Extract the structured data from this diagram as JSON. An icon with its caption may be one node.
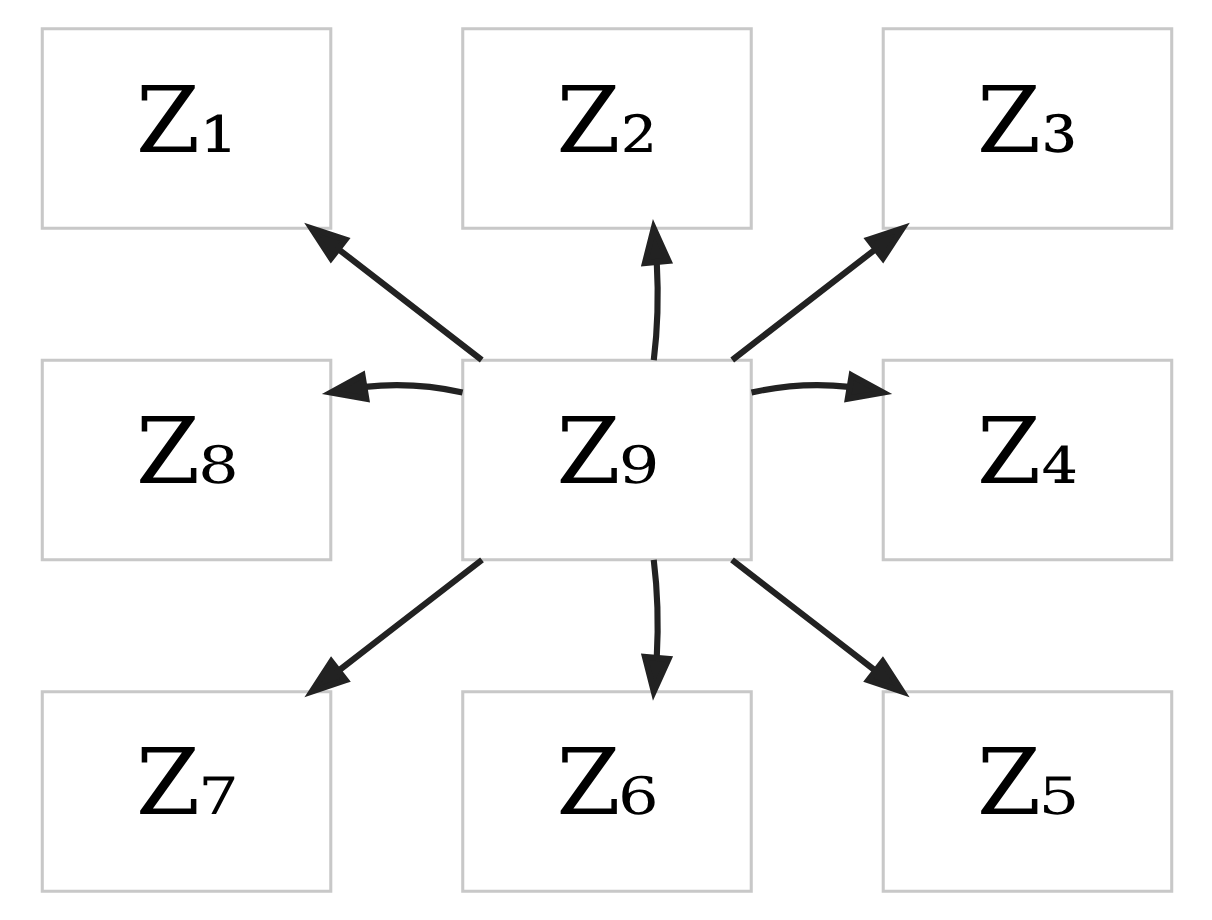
{
  "diagram": {
    "nodes": [
      {
        "text": [
          "Z₁"
        ]
      },
      {
        "text": [
          "Z₂"
        ]
      },
      {
        "text": [
          "Z₃"
        ]
      },
      {
        "text": [
          "Z₈"
        ]
      },
      {
        "text": [
          "Z₉"
        ]
      },
      {
        "text": [
          "Z₄"
        ]
      },
      {
        "text": [
          "Z₇"
        ]
      },
      {
        "text": [
          "Z₆"
        ]
      },
      {
        "text": [
          "Z₅"
        ]
      }
    ],
    "edges": [
      {
        "from": 4,
        "to": 0,
        "arrow": "to"
      },
      {
        "from": 4,
        "to": 1,
        "arrow": "to"
      },
      {
        "from": 4,
        "to": 2,
        "arrow": "to"
      },
      {
        "from": 4,
        "to": 3,
        "arrow": "to"
      },
      {
        "from": 4,
        "to": 5,
        "arrow": "to"
      },
      {
        "from": 4,
        "to": 6,
        "arrow": "to"
      },
      {
        "from": 4,
        "to": 7,
        "arrow": "to"
      },
      {
        "from": 4,
        "to": 8,
        "arrow": "to"
      }
    ]
  }
}
